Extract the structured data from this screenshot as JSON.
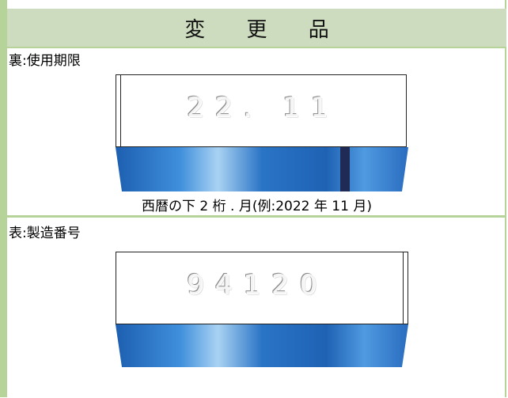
{
  "header": {
    "title": "変 更 品"
  },
  "back": {
    "label": "裏:使用期限",
    "stamp": "22. 11",
    "caption": "西暦の下 2 桁 . 月(例:2022 年 11 月)"
  },
  "front": {
    "label": "表:製造番号",
    "stamp": "94120"
  },
  "colors": {
    "frame_green": "#b6d39a",
    "header_bg": "#cddcbf",
    "band_blue": "#2e78c8",
    "marker_navy": "#1f2a55"
  }
}
